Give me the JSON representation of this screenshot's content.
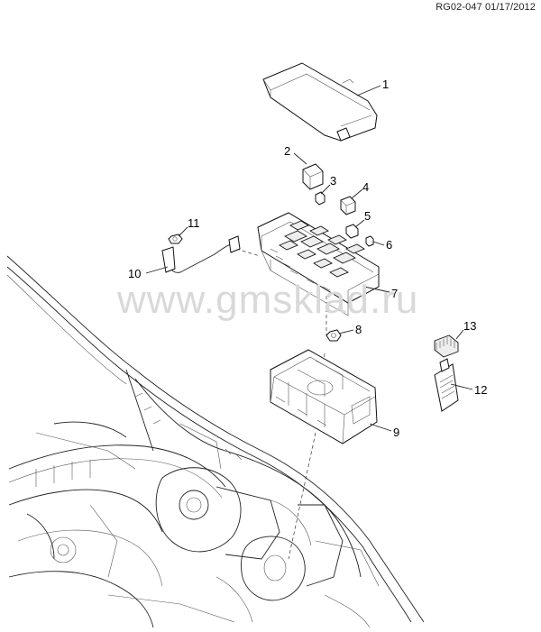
{
  "diagram": {
    "header_code": "RG02-047 01/17/2012",
    "watermark": "www.gmsklad.ru",
    "callouts": [
      {
        "id": "1",
        "label": "1"
      },
      {
        "id": "2",
        "label": "2"
      },
      {
        "id": "3",
        "label": "3"
      },
      {
        "id": "4",
        "label": "4"
      },
      {
        "id": "5",
        "label": "5"
      },
      {
        "id": "6",
        "label": "6"
      },
      {
        "id": "7",
        "label": "7"
      },
      {
        "id": "8",
        "label": "8"
      },
      {
        "id": "9",
        "label": "9"
      },
      {
        "id": "10",
        "label": "10"
      },
      {
        "id": "11",
        "label": "11"
      },
      {
        "id": "12",
        "label": "12"
      },
      {
        "id": "13",
        "label": "13"
      }
    ]
  }
}
